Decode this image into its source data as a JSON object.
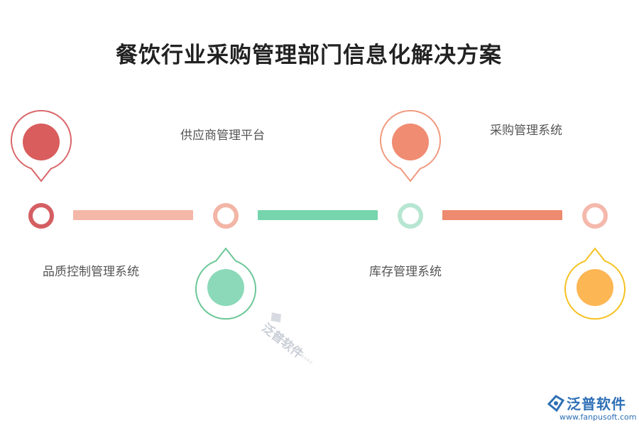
{
  "title": "餐饮行业采购管理部门信息化解决方案",
  "steps": [
    {
      "label": "品质控制管理系统",
      "color": "#d95d5d"
    },
    {
      "label": "供应商管理平台",
      "color": "#8bd9b8"
    },
    {
      "label": "库存管理系统",
      "color": "#f08c72"
    },
    {
      "label": "采购管理系统",
      "color": "#fdb654"
    }
  ],
  "colors": {
    "pin1_outline": "#d9676a",
    "pin2_outline": "#6cc797",
    "pin3_outline": "#f09a80",
    "pin4_outline": "#f5c222",
    "ring1": "#d45f63",
    "ring2": "#f2b5a6",
    "ring3": "#b7e6d2",
    "ring4": "#f4b9ac",
    "bar1": "#f4b8a8",
    "bar2": "#76d5ad",
    "bar3": "#ee8a6f"
  },
  "watermark": {
    "name": "泛普软件",
    "sub": "FANPU SOFTWARE"
  },
  "brand": {
    "name": "泛普软件",
    "url": "www.fanpusoft.com",
    "logo_icon": "fanpu-logo-icon",
    "color": "#2e6fb6"
  }
}
